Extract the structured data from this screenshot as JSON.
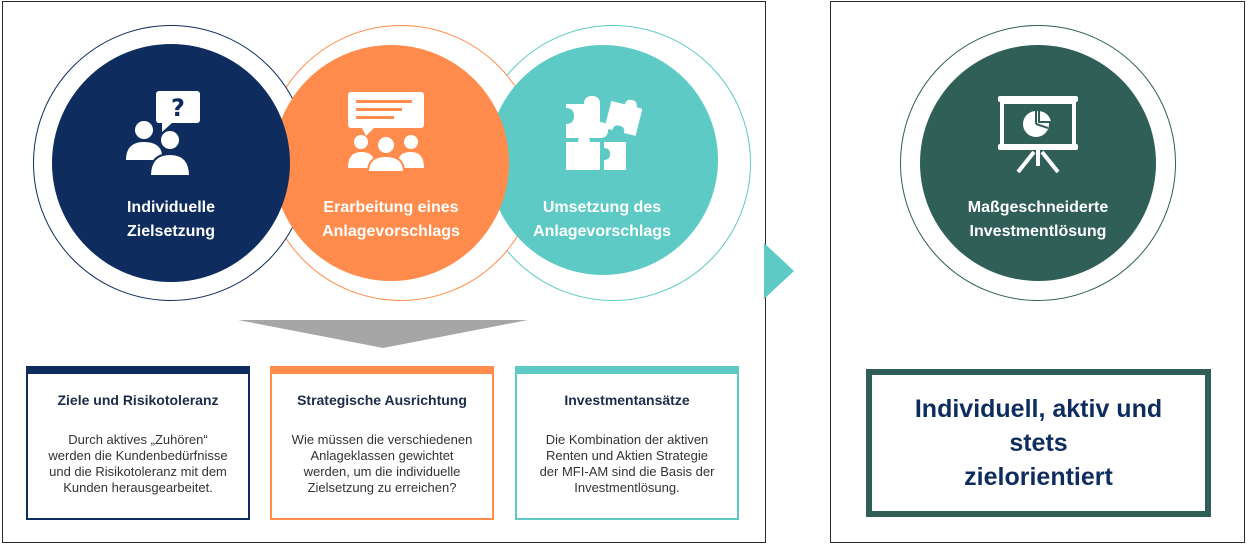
{
  "circles": [
    {
      "label_line1": "Individuelle",
      "label_line2": "Zielsetzung",
      "color": "#0e2d5e",
      "icon": "people-question-icon"
    },
    {
      "label_line1": "Erarbeitung eines",
      "label_line2": "Anlagevorschlags",
      "color": "#ff8c4c",
      "icon": "group-presentation-icon"
    },
    {
      "label_line1": "Umsetzung des",
      "label_line2": "Anlagevorschlags",
      "color": "#5ecac5",
      "icon": "puzzle-icon"
    }
  ],
  "result_circle": {
    "label_line1": "Maßgeschneiderte",
    "label_line2": "Investmentlösung",
    "color": "#2f5f57",
    "icon": "presentation-chart-icon"
  },
  "boxes": [
    {
      "title": "Ziele und Risikotoleranz",
      "lines": [
        "Durch aktives „Zuhören“",
        "werden die Kundenbedürfnisse",
        "und die Risikotoleranz mit dem",
        "Kunden herausgearbeitet."
      ],
      "color": "#0e2d5e"
    },
    {
      "title": "Strategische Ausrichtung",
      "lines": [
        "Wie müssen die verschiedenen",
        "Anlageklassen gewichtet",
        "werden, um die individuelle",
        "Zielsetzung zu erreichen?"
      ],
      "color": "#ff8c4c"
    },
    {
      "title": "Investmentansätze",
      "lines": [
        "Die Kombination der aktiven",
        "Renten und Aktien Strategie",
        "der MFI-AM sind die Basis der",
        "Investmentlösung."
      ],
      "color": "#5ecac5"
    }
  ],
  "result_box": {
    "line1": "Individuell, aktiv und stets",
    "line2": "zielorientiert",
    "color": "#2f5f57"
  },
  "colors": {
    "funnel": "#a6a6a6",
    "arrow": "#5ecac5"
  }
}
